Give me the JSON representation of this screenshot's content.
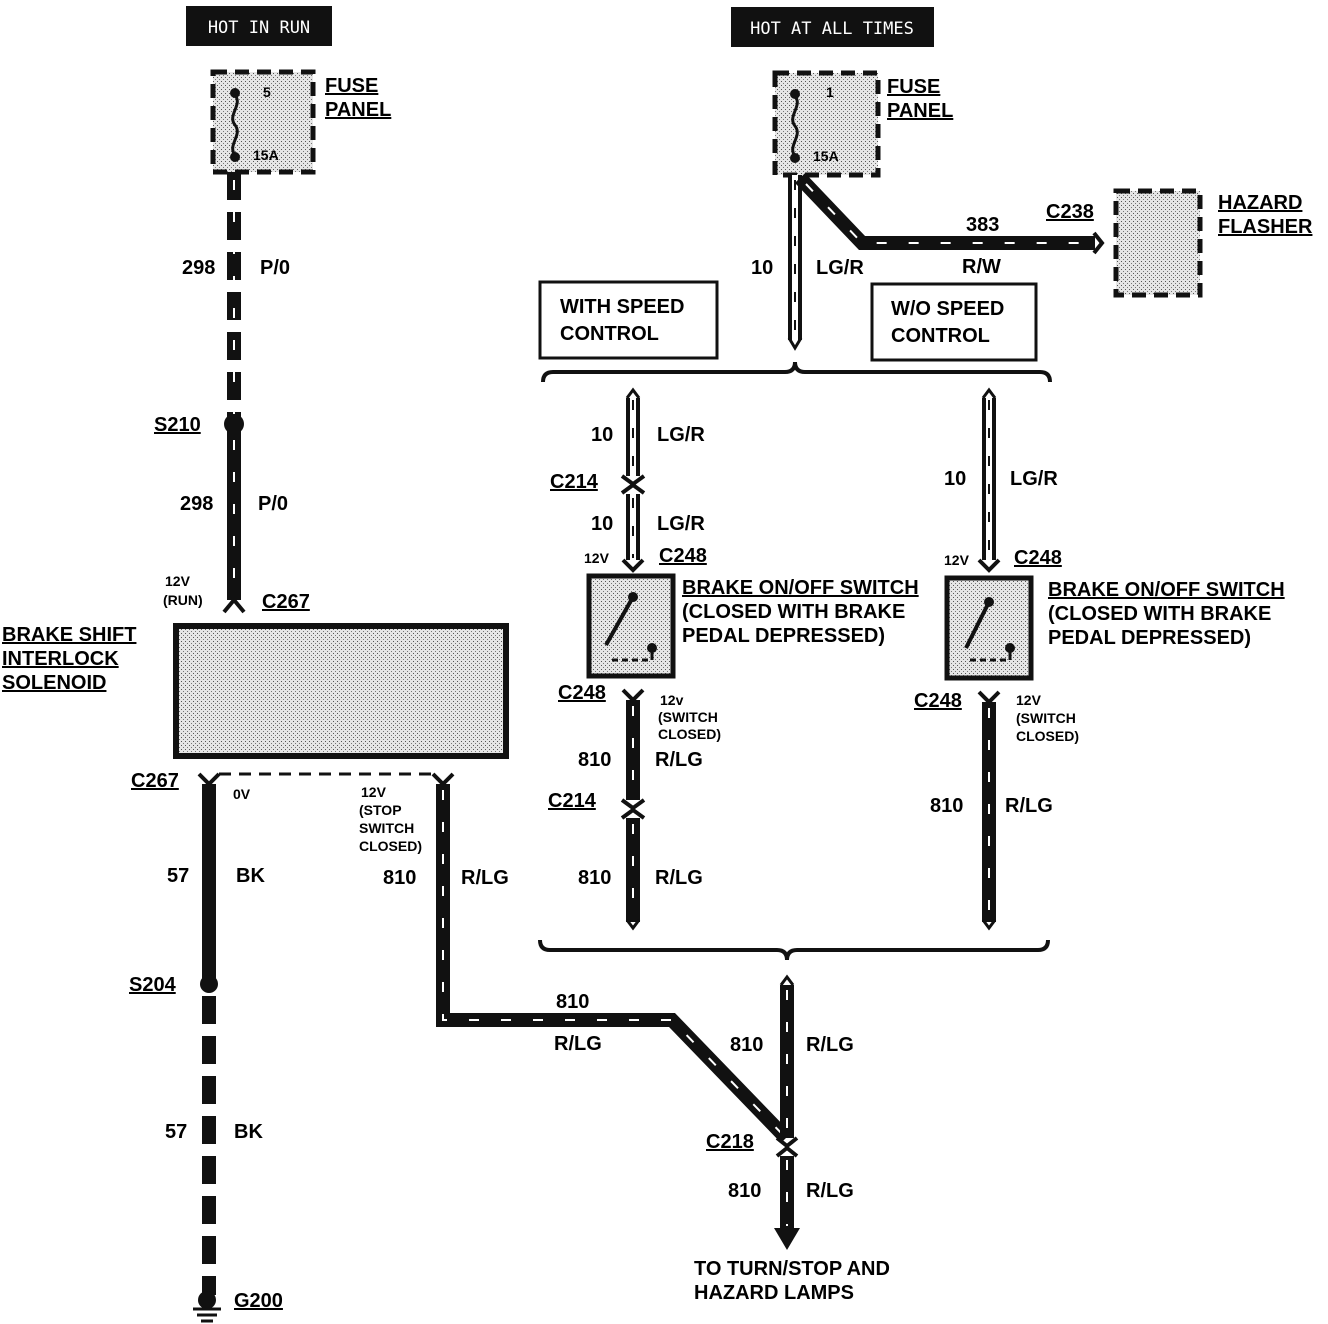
{
  "headers": {
    "hot_in_run": "HOT IN RUN",
    "hot_at_all_times": "HOT AT ALL TIMES"
  },
  "fuse_left": {
    "label_line1": "FUSE",
    "label_line2": "PANEL",
    "number": "5",
    "rating": "15A"
  },
  "fuse_right": {
    "label_line1": "FUSE",
    "label_line2": "PANEL",
    "number": "1",
    "rating": "15A"
  },
  "hazard": {
    "connector": "C238",
    "circuit": "383",
    "color": "R/W",
    "label_line1": "HAZARD",
    "label_line2": "FLASHER"
  },
  "left_circuit": {
    "upper_num": "298",
    "upper_color": "P/0",
    "splice": "S210",
    "lower_num": "298",
    "lower_color": "P/0",
    "voltage_line1": "12V",
    "voltage_line2": "(RUN)",
    "connector_top": "C267",
    "solenoid_line1": "BRAKE SHIFT",
    "solenoid_line2": "INTERLOCK",
    "solenoid_line3": "SOLENOID",
    "connector_bottom": "C267",
    "zero_v": "0V",
    "stop_line1": "12V",
    "stop_line2": "(STOP",
    "stop_line3": "SWITCH",
    "stop_line4": "CLOSED)",
    "ground_num1": "57",
    "ground_color1": "BK",
    "splice2": "S204",
    "ground_num2": "57",
    "ground_color2": "BK",
    "ground": "G200",
    "out_num": "810",
    "out_color": "R/LG"
  },
  "feed": {
    "num": "10",
    "color": "LG/R"
  },
  "with_speed": {
    "title_line1": "WITH SPEED",
    "title_line2": "CONTROL",
    "num1": "10",
    "color1": "LG/R",
    "c214": "C214",
    "num2": "10",
    "color2": "LG/R",
    "volt": "12V",
    "c248_top": "C248",
    "switch_line1": "BRAKE ON/OFF SWITCH",
    "switch_line2": "(CLOSED WITH BRAKE",
    "switch_line3": "PEDAL DEPRESSED)",
    "c248_bottom": "C248",
    "sw_volt1": "12v",
    "sw_volt2": "(SWITCH",
    "sw_volt3": "CLOSED)",
    "num3": "810",
    "color3": "R/LG",
    "c214_b": "C214",
    "num4": "810",
    "color4": "R/LG"
  },
  "without_speed": {
    "title_line1": "W/O SPEED",
    "title_line2": "CONTROL",
    "num1": "10",
    "color1": "LG/R",
    "volt": "12V",
    "c248_top": "C248",
    "switch_line1": "BRAKE ON/OFF SWITCH",
    "switch_line2": "(CLOSED WITH BRAKE",
    "switch_line3": "PEDAL DEPRESSED)",
    "c248_bottom": "C248",
    "sw_volt1": "12V",
    "sw_volt2": "(SWITCH",
    "sw_volt3": "CLOSED)",
    "num2": "810",
    "color2": "R/LG"
  },
  "output": {
    "h_num": "810",
    "h_color": "R/LG",
    "v_num": "810",
    "v_color": "R/LG",
    "connector": "C218",
    "final_num": "810",
    "final_color": "R/LG",
    "dest_line1": "TO TURN/STOP AND",
    "dest_line2": "HAZARD LAMPS"
  }
}
